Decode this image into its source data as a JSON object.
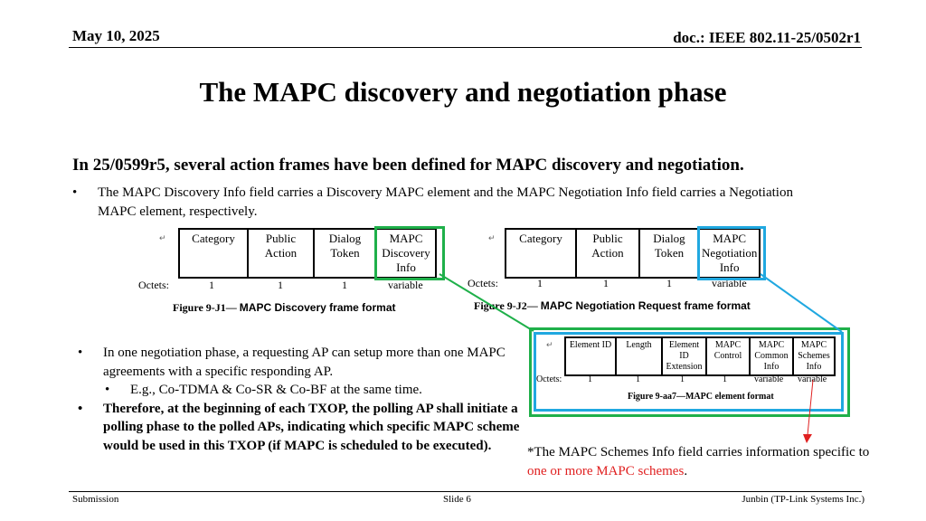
{
  "header": {
    "date": "May 10, 2025",
    "doc": "doc.: IEEE 802.11-25/0502r1"
  },
  "title": "The MAPC discovery and negotiation phase",
  "intro": "In 25/0599r5, several action frames have been defined for MAPC discovery and negotiation.",
  "bullet1": "The MAPC Discovery Info field carries a Discovery MAPC element and the MAPC Negotiation Info field carries  a Negotiation MAPC element, respectively.",
  "fig_j1": {
    "fields": [
      "Category",
      "Public Action",
      "Dialog Token",
      "MAPC Discovery Info"
    ],
    "octets_label": "Octets:",
    "octets": [
      "1",
      "1",
      "1",
      "variable"
    ],
    "caption_prefix": "Figure 9-J1— ",
    "caption_rest": "MAPC Discovery frame format"
  },
  "fig_j2": {
    "fields": [
      "Category",
      "Public Action",
      "Dialog Token",
      "MAPC Negotiation Info"
    ],
    "octets_label": "Octets:",
    "octets": [
      "1",
      "1",
      "1",
      "variable"
    ],
    "caption_prefix": "Figure 9-J2— ",
    "caption_rest": "MAPC Negotiation Request frame format"
  },
  "fig_aa7": {
    "fields": [
      "Element ID",
      "Length",
      "Element ID Extension",
      "MAPC Control",
      "MAPC Common Info",
      "MAPC Schemes Info"
    ],
    "octets_label": "Octets:",
    "octets": [
      "1",
      "1",
      "1",
      "1",
      "variable",
      "variable"
    ],
    "caption": "Figure 9-aa7—MAPC element format"
  },
  "lower": {
    "item1": "In one negotiation phase, a requesting AP can setup more than one MAPC agreements with a specific responding AP.",
    "sub1": "E.g.,  Co-TDMA & Co-SR & Co-BF at the same time.",
    "item2": "Therefore, at the beginning of each TXOP, the polling AP shall initiate a polling phase to the polled APs, indicating which specific MAPC scheme would be used in this TXOP (if MAPC is scheduled to be executed)."
  },
  "note": {
    "prefix": "*The MAPC Schemes Info field carries information specific to ",
    "highlight": "one or more MAPC schemes",
    "suffix": "."
  },
  "footer": {
    "left": "Submission",
    "center": "Slide 6",
    "right": "Junbin (TP-Link Systems Inc.)"
  },
  "colors": {
    "green": "#1fb04a",
    "blue": "#20a8e0",
    "red": "#e02020"
  }
}
